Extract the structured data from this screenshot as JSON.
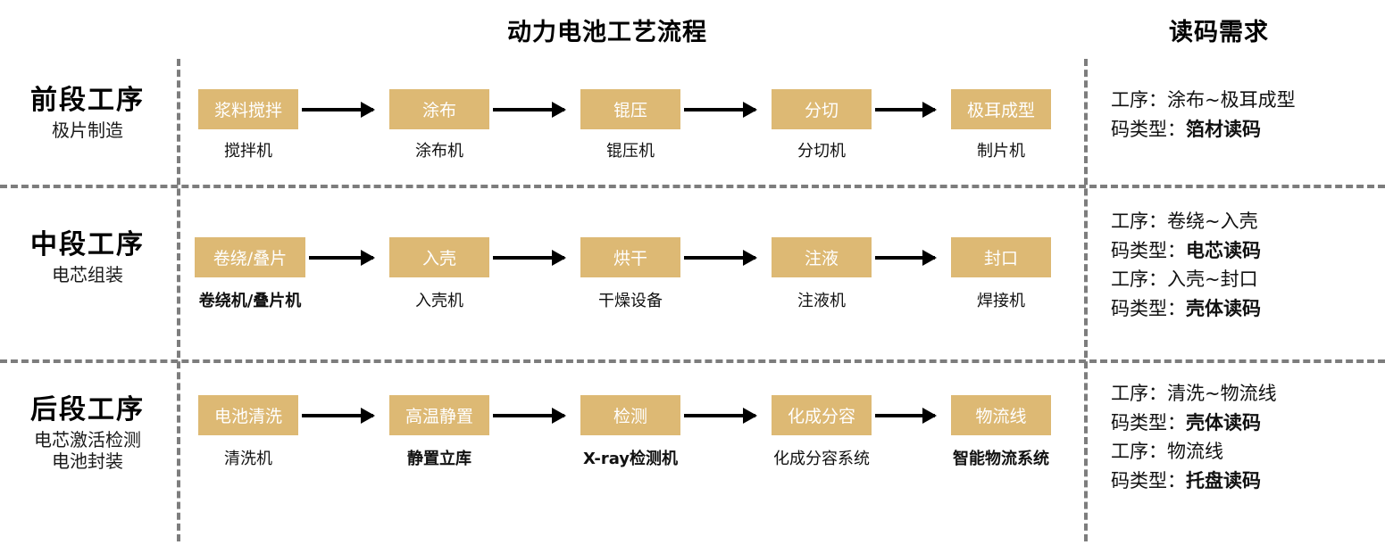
{
  "headers": {
    "process_title": "动力电池工艺流程",
    "demand_title": "读码需求"
  },
  "colors": {
    "node_fill": "#ddb974",
    "node_text": "#ffffff",
    "divider": "#7d7d7d",
    "arrow": "#000000",
    "text": "#111111"
  },
  "rows": [
    {
      "stage_title": "前段工序",
      "stage_sub": "极片制造",
      "nodes": [
        {
          "label": "浆料搅拌",
          "caption": "搅拌机",
          "caption_bold": false
        },
        {
          "label": "涂布",
          "caption": "涂布机",
          "caption_bold": false
        },
        {
          "label": "锟压",
          "caption": "锟压机",
          "caption_bold": false
        },
        {
          "label": "分切",
          "caption": "分切机",
          "caption_bold": false
        },
        {
          "label": "极耳成型",
          "caption": "制片机",
          "caption_bold": false
        }
      ],
      "requirements": [
        {
          "label": "工序：",
          "value": "涂布~极耳成型",
          "bold": false
        },
        {
          "label": "码类型：",
          "value": "箔材读码",
          "bold": true
        }
      ]
    },
    {
      "stage_title": "中段工序",
      "stage_sub": "电芯组装",
      "nodes": [
        {
          "label": "卷绕/叠片",
          "caption": "卷绕机/叠片机",
          "caption_bold": true
        },
        {
          "label": "入壳",
          "caption": "入壳机",
          "caption_bold": false
        },
        {
          "label": "烘干",
          "caption": "干燥设备",
          "caption_bold": false
        },
        {
          "label": "注液",
          "caption": "注液机",
          "caption_bold": false
        },
        {
          "label": "封口",
          "caption": "焊接机",
          "caption_bold": false
        }
      ],
      "requirements": [
        {
          "label": "工序：",
          "value": "卷绕~入壳",
          "bold": false
        },
        {
          "label": "码类型：",
          "value": "电芯读码",
          "bold": true
        },
        {
          "label": "工序：",
          "value": "入壳~封口",
          "bold": false
        },
        {
          "label": "码类型：",
          "value": "壳体读码",
          "bold": true
        }
      ]
    },
    {
      "stage_title": "后段工序",
      "stage_sub": "电芯激活检测\n电池封装",
      "nodes": [
        {
          "label": "电池清洗",
          "caption": "清洗机",
          "caption_bold": false
        },
        {
          "label": "高温静置",
          "caption": "静置立库",
          "caption_bold": true
        },
        {
          "label": "检测",
          "caption": "X-ray检测机",
          "caption_bold": true
        },
        {
          "label": "化成分容",
          "caption": "化成分容系统",
          "caption_bold": false
        },
        {
          "label": "物流线",
          "caption": "智能物流系统",
          "caption_bold": true
        }
      ],
      "requirements": [
        {
          "label": "工序：",
          "value": "清洗~物流线",
          "bold": false
        },
        {
          "label": "码类型：",
          "value": "壳体读码",
          "bold": true
        },
        {
          "label": "工序：",
          "value": "物流线",
          "bold": false
        },
        {
          "label": "码类型：",
          "value": "托盘读码",
          "bold": true
        }
      ]
    }
  ]
}
